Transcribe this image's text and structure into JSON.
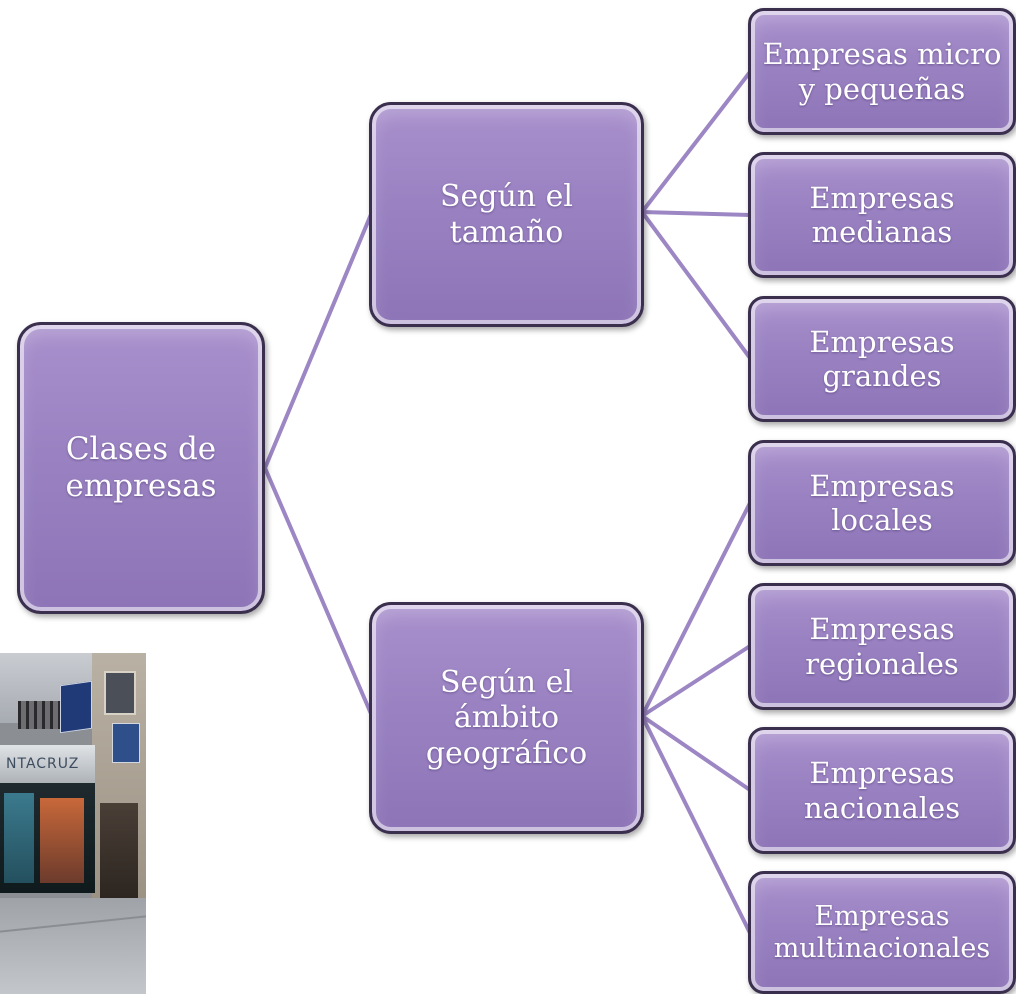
{
  "colors": {
    "node_fill": "#9a82c2",
    "node_border": "#3a2f4d",
    "connector": "#9c86c4",
    "text": "#ffffff"
  },
  "diagram": {
    "root": {
      "lines": [
        "Clases de",
        "empresas"
      ]
    },
    "branches": [
      {
        "lines": [
          "Según el",
          "tamaño"
        ],
        "children": [
          {
            "lines": [
              "Empresas micro",
              "y  pequeñas"
            ]
          },
          {
            "lines": [
              "Empresas",
              "medianas"
            ]
          },
          {
            "lines": [
              "Empresas",
              "grandes"
            ]
          }
        ]
      },
      {
        "lines": [
          "Según el",
          "ámbito",
          "geográfico"
        ],
        "children": [
          {
            "lines": [
              "Empresas",
              "locales"
            ]
          },
          {
            "lines": [
              "Empresas",
              "regionales"
            ]
          },
          {
            "lines": [
              "Empresas",
              "nacionales"
            ]
          },
          {
            "lines": [
              "Empresas",
              "multinacionales"
            ]
          }
        ]
      }
    ]
  },
  "photo": {
    "subject": "street shopfront photo",
    "visible_sign_text": "NTACRUZ"
  }
}
